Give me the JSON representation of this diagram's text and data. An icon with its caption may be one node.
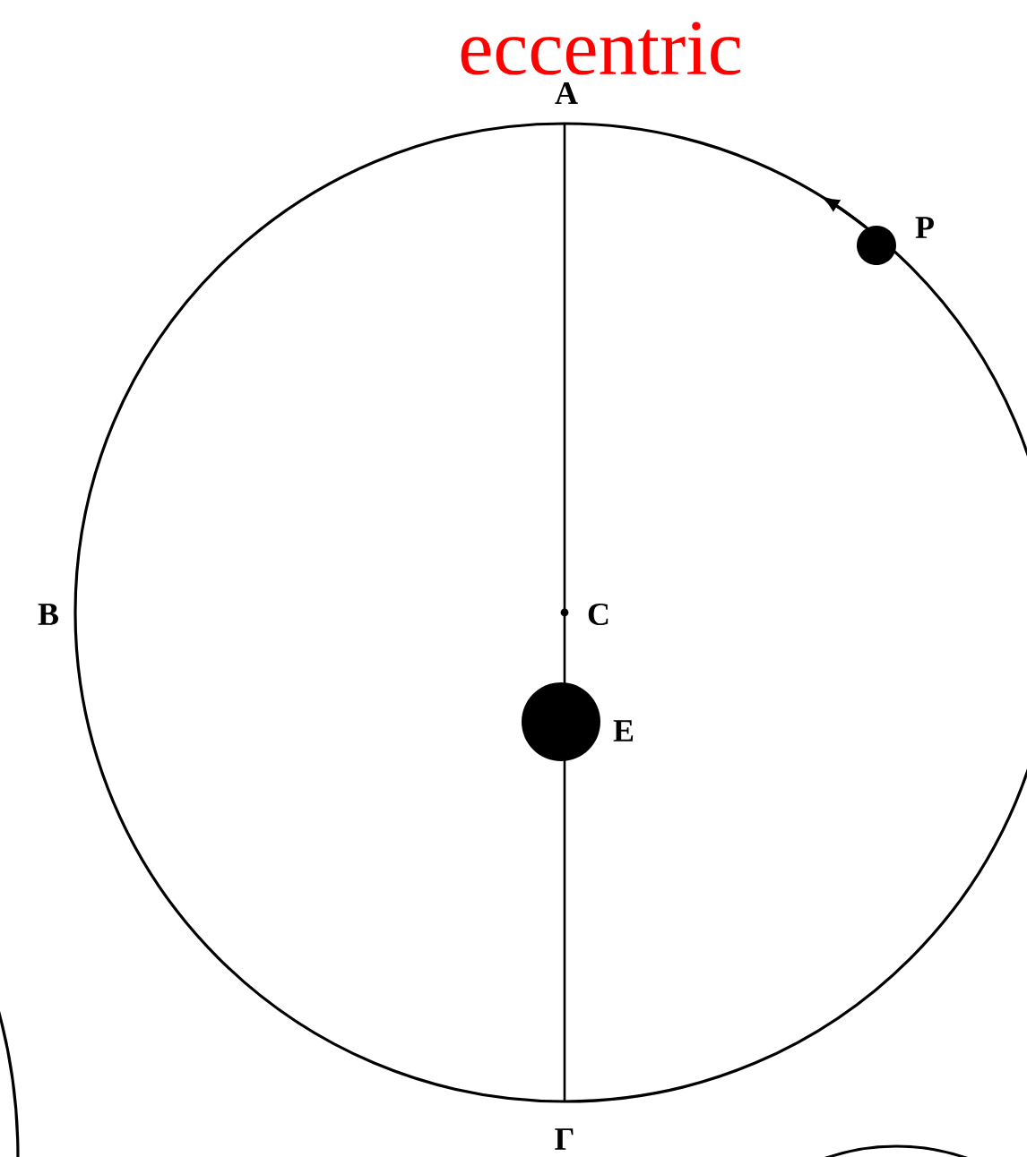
{
  "diagram": {
    "title": "eccentric",
    "labels": [
      "A",
      "P",
      "B",
      "C",
      "E",
      "Γ"
    ]
  }
}
